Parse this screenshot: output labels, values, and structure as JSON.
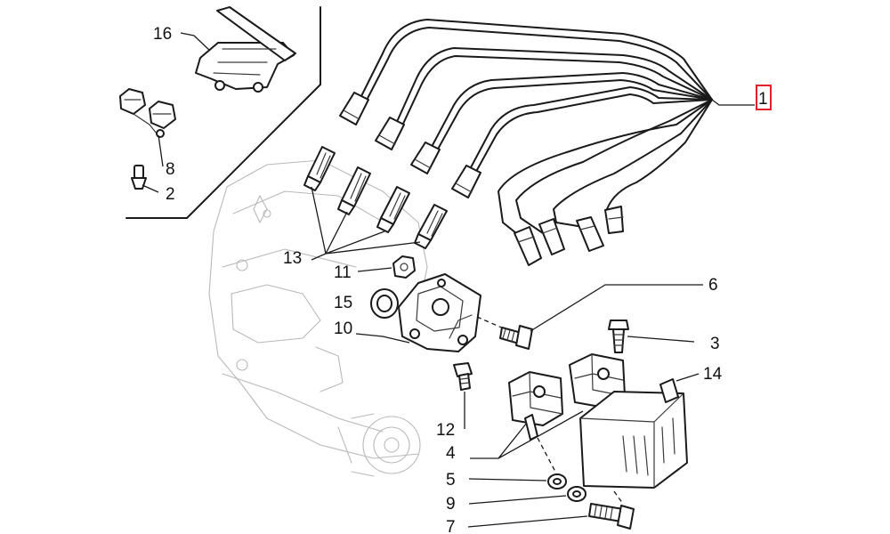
{
  "callouts": {
    "c1": "1",
    "c2": "2",
    "c3": "3",
    "c4": "4",
    "c5": "5",
    "c6": "6",
    "c7": "7",
    "c8": "8",
    "c9": "9",
    "c10": "10",
    "c11": "11",
    "c12": "12",
    "c13": "13",
    "c14": "14",
    "c15": "15",
    "c16": "16"
  },
  "highlight": {
    "callout": "1",
    "color": "#e0202a"
  },
  "colors": {
    "line": "#1a1a1a",
    "engine": "#b9b9b9",
    "background": "#ffffff"
  }
}
